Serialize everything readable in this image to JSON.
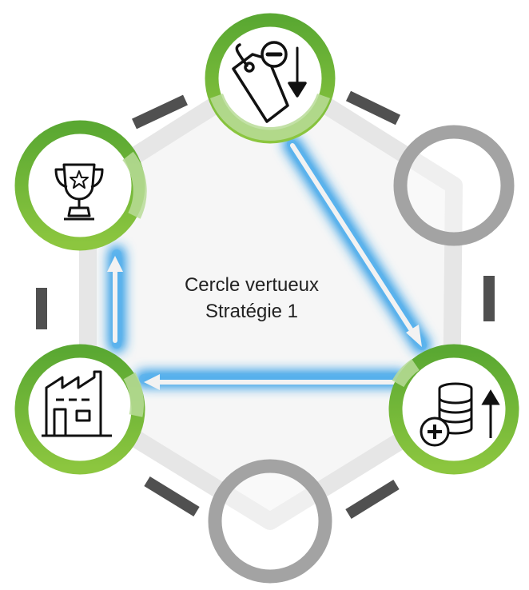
{
  "diagram": {
    "title_line1": "Cercle vertueux",
    "title_line2": "Stratégie 1",
    "nodes": [
      {
        "id": "price-down",
        "state": "active",
        "icon": "price-tag-minus-down-arrow-icon"
      },
      {
        "id": "right-top",
        "state": "inactive",
        "icon": ""
      },
      {
        "id": "revenue-up",
        "state": "active",
        "icon": "coins-plus-up-arrow-icon"
      },
      {
        "id": "bottom",
        "state": "inactive",
        "icon": ""
      },
      {
        "id": "factory",
        "state": "active",
        "icon": "factory-icon"
      },
      {
        "id": "trophy",
        "state": "active",
        "icon": "trophy-star-icon"
      }
    ],
    "arrows": [
      {
        "from": "price-down",
        "to": "revenue-up"
      },
      {
        "from": "revenue-up",
        "to": "factory"
      },
      {
        "from": "factory",
        "to": "trophy"
      }
    ],
    "colors": {
      "active_ring": "#6db33f",
      "inactive_ring": "#a3a3a3",
      "dash": "#505050",
      "glow": "#2c9be6",
      "arrow": "#f2f2f2"
    }
  }
}
